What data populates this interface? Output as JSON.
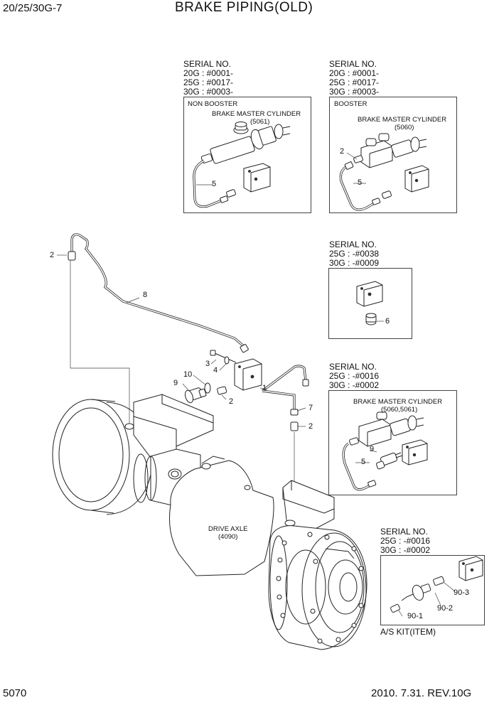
{
  "header": {
    "model": "20/25/30G-7",
    "title": "BRAKE PIPING(OLD)"
  },
  "footer": {
    "page": "5070",
    "revision": "2010. 7.31.  REV.10G"
  },
  "inset_non_booster": {
    "serial_heading": "SERIAL NO.",
    "serial_lines": [
      "20G : #0001-",
      "25G : #0017-",
      "30G : #0003-"
    ],
    "label": "NON BOOSTER",
    "component": "BRAKE MASTER CYLINDER",
    "component_ref": "(5061)",
    "callout": "5"
  },
  "inset_booster": {
    "serial_heading": "SERIAL NO.",
    "serial_lines": [
      "20G : #0001-",
      "25G : #0017-",
      "30G : #0003-"
    ],
    "label": "BOOSTER",
    "component": "BRAKE MASTER CYLINDER",
    "component_ref": "(5060)",
    "callouts": [
      "2",
      "5"
    ]
  },
  "inset_block": {
    "serial_heading": "SERIAL NO.",
    "serial_lines": [
      "25G : -#0038",
      "30G : -#0009"
    ],
    "callout": "6"
  },
  "inset_switch": {
    "serial_heading": "SERIAL NO.",
    "serial_lines": [
      "25G : -#0016",
      "30G : -#0002"
    ],
    "component": "BRAKE MASTER CYLINDER",
    "component_ref": "(5060,5061)",
    "callouts": [
      "9",
      "5"
    ]
  },
  "inset_kit": {
    "serial_heading": "SERIAL NO.",
    "serial_lines": [
      "25G : -#0016",
      "30G : -#0002"
    ],
    "callouts": [
      "90-3",
      "90-2",
      "90-1"
    ],
    "caption": "A/S KIT(ITEM)"
  },
  "main": {
    "axle_label": "DRIVE AXLE",
    "axle_ref": "(4090)",
    "callouts": {
      "c1": "1",
      "c2a": "2",
      "c2b": "2",
      "c2c": "2",
      "c3": "3",
      "c4": "4",
      "c7": "7",
      "c8": "8",
      "c9": "9",
      "c10": "10"
    }
  }
}
